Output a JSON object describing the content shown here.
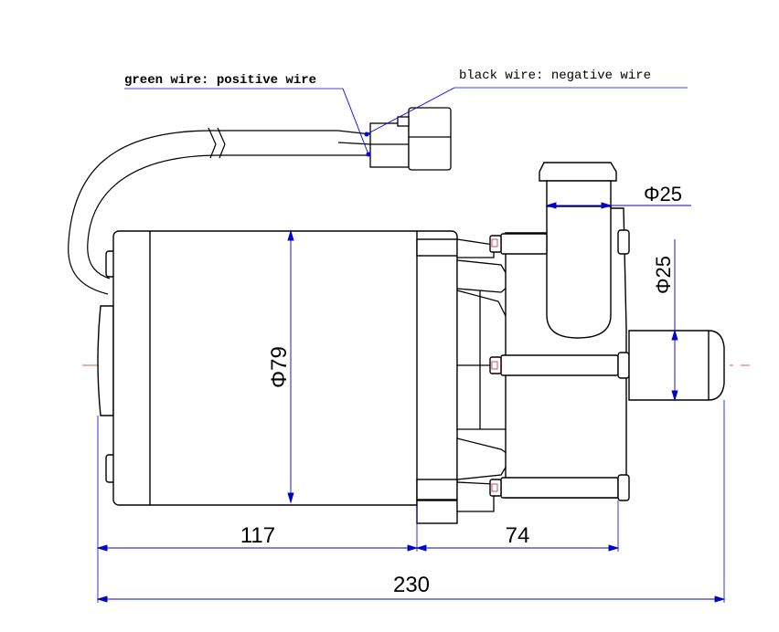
{
  "annotations": {
    "green_wire": "green wire: positive wire",
    "black_wire": "black wire: negative wire"
  },
  "dimensions": {
    "outlet_diameter": "Φ25",
    "inlet_diameter": "Φ25",
    "motor_diameter": "Φ79",
    "motor_length": "117",
    "pump_length": "74",
    "total_length": "230"
  },
  "colors": {
    "outline": "#000000",
    "dimension_line": "#0000cc",
    "centerline": "#e02020",
    "wire_pointer": "#0000ff",
    "bolt_marker": "#c04060"
  }
}
